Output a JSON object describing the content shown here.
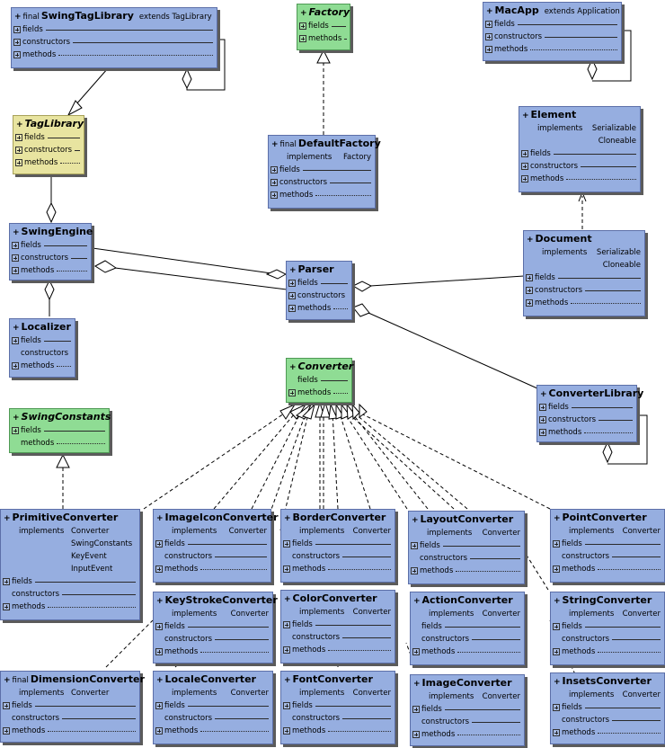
{
  "diagram": {
    "labels": {
      "fields": "fields",
      "constructors": "constructors",
      "methods": "methods",
      "implements": "implements",
      "extends": "extends",
      "final": "final",
      "plus": "+"
    },
    "classes": {
      "swingtaglibrary": {
        "name": "SwingTagLibrary",
        "super": "TagLibrary"
      },
      "factory": {
        "name": "Factory"
      },
      "macapp": {
        "name": "MacApp",
        "super": "Application"
      },
      "taglibrary": {
        "name": "TagLibrary"
      },
      "defaultfactory": {
        "name": "DefaultFactory",
        "interfaces": [
          "Factory"
        ]
      },
      "element": {
        "name": "Element",
        "interfaces": [
          "Serializable",
          "Cloneable"
        ]
      },
      "swingengine": {
        "name": "SwingEngine"
      },
      "parser": {
        "name": "Parser"
      },
      "document": {
        "name": "Document",
        "interfaces": [
          "Serializable",
          "Cloneable"
        ]
      },
      "localizer": {
        "name": "Localizer"
      },
      "converter": {
        "name": "Converter"
      },
      "converterlibrary": {
        "name": "ConverterLibrary"
      },
      "swingconstants": {
        "name": "SwingConstants"
      },
      "primitiveconverter": {
        "name": "PrimitiveConverter",
        "interfaces": [
          "Converter",
          "SwingConstants",
          "KeyEvent",
          "InputEvent"
        ]
      },
      "imageiconconverter": {
        "name": "ImageIconConverter",
        "interfaces": [
          "Converter"
        ]
      },
      "borderconverter": {
        "name": "BorderConverter",
        "interfaces": [
          "Converter"
        ]
      },
      "layoutconverter": {
        "name": "LayoutConverter",
        "interfaces": [
          "Converter"
        ]
      },
      "pointconverter": {
        "name": "PointConverter",
        "interfaces": [
          "Converter"
        ]
      },
      "keystrokeconverter": {
        "name": "KeyStrokeConverter",
        "interfaces": [
          "Converter"
        ]
      },
      "colorconverter": {
        "name": "ColorConverter",
        "interfaces": [
          "Converter"
        ]
      },
      "actionconverter": {
        "name": "ActionConverter",
        "interfaces": [
          "Converter"
        ]
      },
      "stringconverter": {
        "name": "StringConverter",
        "interfaces": [
          "Converter"
        ]
      },
      "dimensionconverter": {
        "name": "DimensionConverter",
        "interfaces": [
          "Converter"
        ]
      },
      "localeconverter": {
        "name": "LocaleConverter",
        "interfaces": [
          "Converter"
        ]
      },
      "fontconverter": {
        "name": "FontConverter",
        "interfaces": [
          "Converter"
        ]
      },
      "imageconverter": {
        "name": "ImageConverter",
        "interfaces": [
          "Converter"
        ]
      },
      "insetsconverter": {
        "name": "InsetsConverter",
        "interfaces": [
          "Converter"
        ]
      }
    }
  }
}
